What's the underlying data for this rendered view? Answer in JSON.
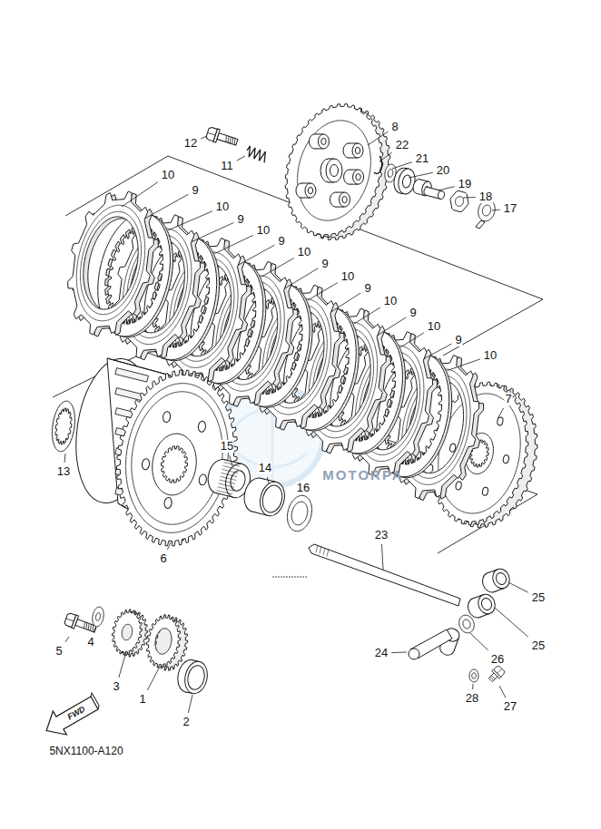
{
  "diagram": {
    "labels": [
      "8",
      "12",
      "11",
      "22",
      "21",
      "20",
      "19",
      "18",
      "17",
      "10",
      "9",
      "10",
      "9",
      "10",
      "9",
      "10",
      "9",
      "10",
      "9",
      "10",
      "9",
      "10",
      "9",
      "10",
      "7",
      "13",
      "15",
      "14",
      "16",
      "6",
      "23",
      "25",
      "25",
      "26",
      "24",
      "28",
      "27",
      "5",
      "4",
      "3",
      "1",
      "2",
      "FWD",
      "5NX1100-A120",
      "MOTORPA"
    ]
  }
}
